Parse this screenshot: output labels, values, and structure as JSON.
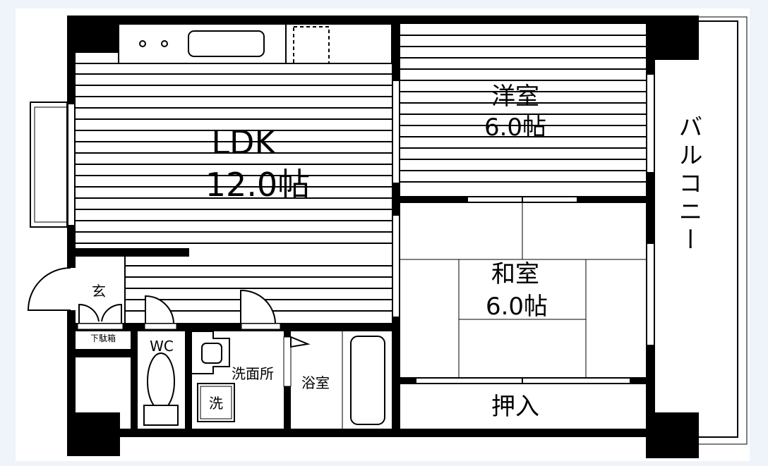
{
  "rooms": {
    "ldk": {
      "name": "LDK",
      "size": "12.0帖"
    },
    "western": {
      "name": "洋室",
      "size": "6.0帖"
    },
    "japanese": {
      "name": "和室",
      "size": "6.0帖"
    },
    "closet": {
      "name": "押入"
    },
    "balcony": {
      "name": "バルコニー"
    },
    "entrance": {
      "name": "玄"
    },
    "shoe_box": {
      "name": "下駄箱"
    },
    "toilet": {
      "name": "WC"
    },
    "washroom": {
      "name": "洗面所"
    },
    "washer": {
      "name": "洗"
    },
    "bathroom": {
      "name": "浴室"
    }
  },
  "colors": {
    "wall": "#000000",
    "floor": "#ffffff",
    "background": "#eef4fa"
  }
}
